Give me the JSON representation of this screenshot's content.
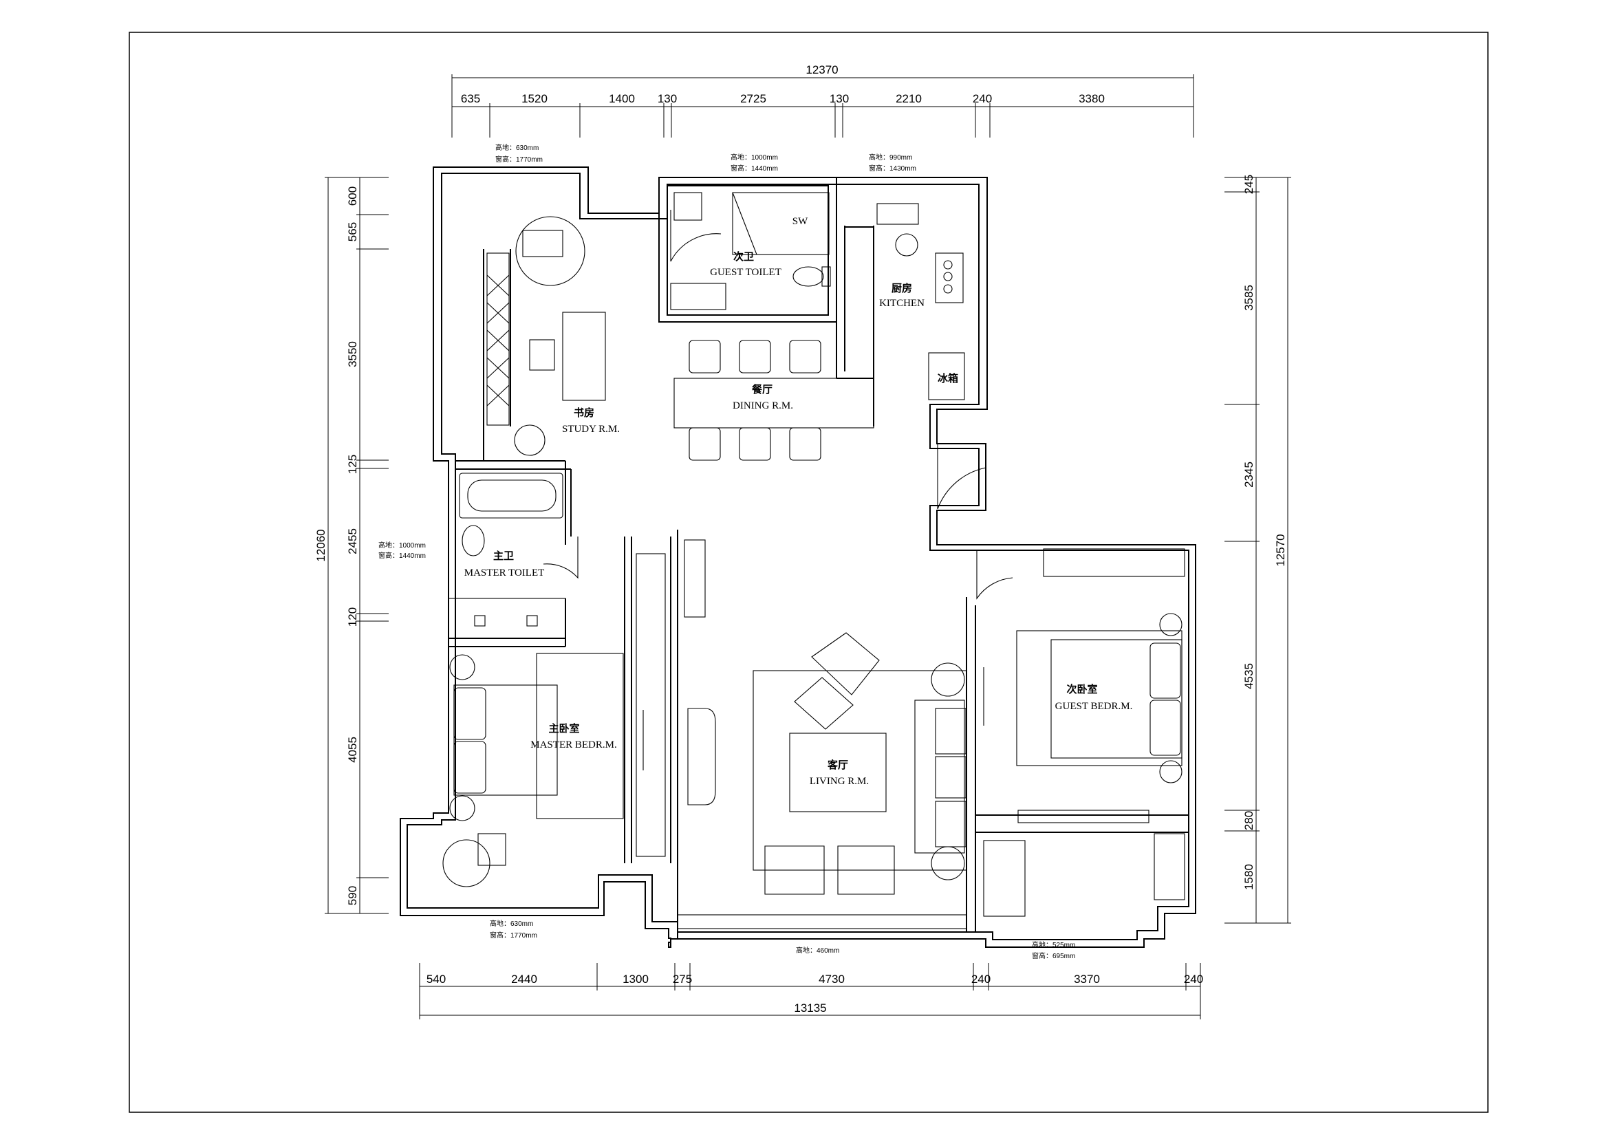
{
  "drawing": {
    "dims_top": {
      "total": "12370",
      "segments": [
        "635",
        "1520",
        "1400",
        "130",
        "2725",
        "130",
        "2210",
        "240",
        "3380"
      ]
    },
    "dims_bottom": {
      "total": "13135",
      "segments": [
        "540",
        "2440",
        "1300",
        "275",
        "4730",
        "240",
        "3370",
        "240"
      ]
    },
    "dims_left": {
      "total": "12060",
      "segments": [
        "600",
        "565",
        "3550",
        "125",
        "2455",
        "120",
        "4055",
        "590"
      ]
    },
    "dims_right": {
      "total": "12570",
      "segments": [
        "245",
        "3585",
        "2345",
        "4535",
        "280",
        "1580"
      ]
    }
  },
  "rooms": {
    "study": {
      "cn": "书房",
      "en": "STUDY R.M."
    },
    "guest_toilet": {
      "cn": "次卫",
      "en": "GUEST TOILET"
    },
    "kitchen": {
      "cn": "厨房",
      "en": "KITCHEN"
    },
    "dining": {
      "cn": "餐厅",
      "en": "DINING R.M."
    },
    "master_toilet": {
      "cn": "主卫",
      "en": "MASTER TOILET"
    },
    "master_bedroom": {
      "cn": "主卧室",
      "en": "MASTER BEDR.M."
    },
    "living": {
      "cn": "客厅",
      "en": "LIVING R.M."
    },
    "guest_bedroom": {
      "cn": "次卧室",
      "en": "GUEST BEDR.M."
    },
    "fridge": "冰箱",
    "shower": "SW"
  },
  "notes": {
    "study_window": [
      "高地：630mm",
      "窗高：1770mm"
    ],
    "toilet_window": [
      "高地：1000mm",
      "窗高：1440mm"
    ],
    "kitchen_window": [
      "高地：990mm",
      "窗高：1430mm"
    ],
    "master_toilet_window": [
      "高地：1000mm",
      "窗高：1440mm"
    ],
    "master_bed_window": [
      "高地：630mm",
      "窗高：1770mm"
    ],
    "living_window": [
      "高地：460mm"
    ],
    "guest_bed_window": [
      "高地：525mm",
      "窗高：695mm"
    ]
  }
}
